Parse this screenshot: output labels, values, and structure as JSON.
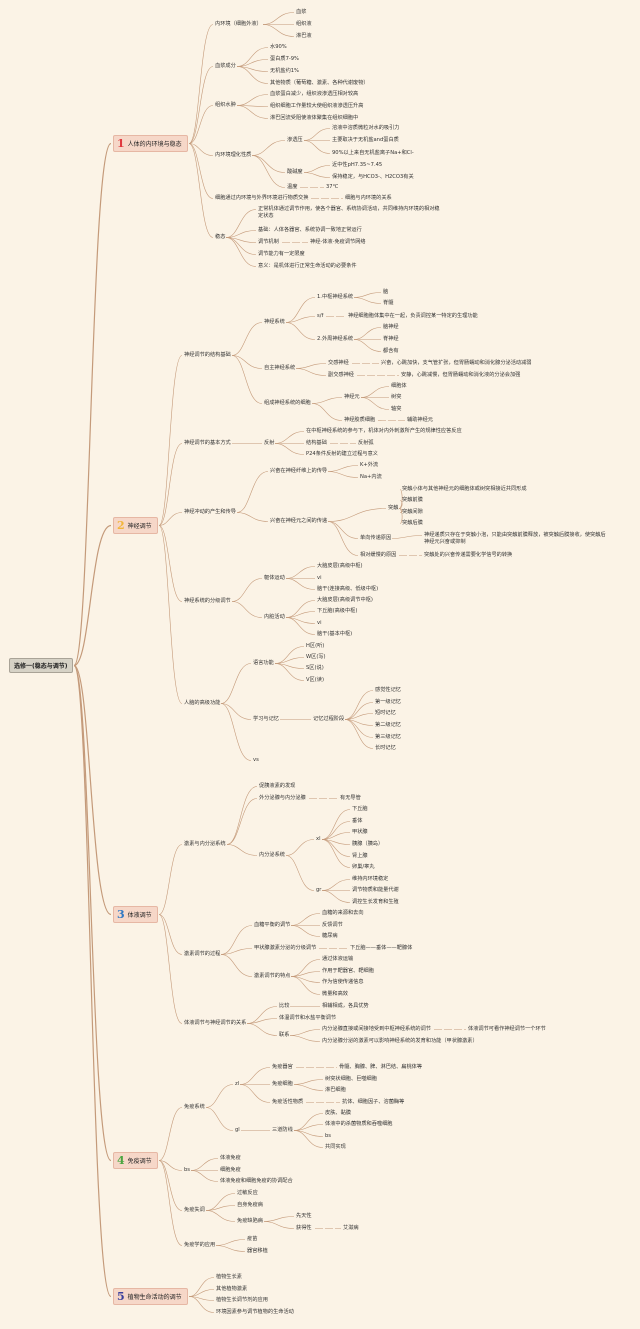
{
  "root": "选修一(稳态与调节)",
  "chapters": [
    {
      "id": "c1",
      "num": "1",
      "label": "人体的内环境与稳态",
      "color": "#e0383e"
    },
    {
      "id": "c2",
      "num": "2",
      "label": "神经调节",
      "color": "#f2b63b"
    },
    {
      "id": "c3",
      "num": "3",
      "label": "体液调节",
      "color": "#2f78c4"
    },
    {
      "id": "c4",
      "num": "4",
      "label": "免疫调节",
      "color": "#4aa540"
    },
    {
      "id": "c5",
      "num": "5",
      "label": "植物生命活动的调节",
      "color": "#3a3f9c"
    }
  ],
  "nodes": [
    {
      "id": "n1",
      "t": "内环境（细胞外液）"
    },
    {
      "id": "n2",
      "t": "血浆"
    },
    {
      "id": "n3",
      "t": "组织液"
    },
    {
      "id": "n4",
      "t": "淋巴液"
    },
    {
      "id": "n5",
      "t": "血浆成分"
    },
    {
      "id": "n6",
      "t": "水90%"
    },
    {
      "id": "n7",
      "t": "蛋白质7-9%"
    },
    {
      "id": "n8",
      "t": "无机盐约1%"
    },
    {
      "id": "n9",
      "t": "其他物质（葡萄糖、激素、各种代谢废物）"
    },
    {
      "id": "n10",
      "t": "组织水肿"
    },
    {
      "id": "n11",
      "t": "血浆蛋白减少，组织液渗透压相对较高"
    },
    {
      "id": "n12",
      "t": "组织细胞工作量较大使组织液渗透压升高"
    },
    {
      "id": "n13",
      "t": "淋巴回流受阻使液体聚集在组织细胞中"
    },
    {
      "id": "n14",
      "t": "内环境理化性质"
    },
    {
      "id": "n15",
      "t": "渗透压"
    },
    {
      "id": "n16",
      "t": "溶液中溶质微粒对水的吸引力"
    },
    {
      "id": "n17",
      "t": "主要取决于无机盐and蛋白质"
    },
    {
      "id": "n18",
      "t": "90%以上来自无机盐离子Na+和Cl-"
    },
    {
      "id": "n19",
      "t": "酸碱度"
    },
    {
      "id": "n20",
      "t": "近中性pH7.35~7.45"
    },
    {
      "id": "n21",
      "t": "保持稳定，与HCO3-、H2CO3有关"
    },
    {
      "id": "n22",
      "t": "温度"
    },
    {
      "id": "n23",
      "t": "37℃"
    },
    {
      "id": "n24",
      "t": "细胞通过内环境与外界环境进行物质交换"
    },
    {
      "id": "n25",
      "t": "细胞与内环境的关系"
    },
    {
      "id": "n26",
      "t": "稳态"
    },
    {
      "id": "n27",
      "t": "正常机体通过调节作用，使各个器官、系统协调活动，共同维持内环境的相对稳"
    },
    {
      "id": "n27b",
      "t": "定状态"
    },
    {
      "id": "n28",
      "t": "基础：人体各器官、系统协调一致地正常运行"
    },
    {
      "id": "n29",
      "t": "调节机制"
    },
    {
      "id": "n30",
      "t": "神经-体液-免疫调节网络"
    },
    {
      "id": "n31",
      "t": "调节能力有一定限度"
    },
    {
      "id": "n32",
      "t": "意义：是机体进行正常生命活动的必要条件"
    },
    {
      "id": "m1",
      "t": "神经调节的结构基础"
    },
    {
      "id": "m2",
      "t": "神经系统"
    },
    {
      "id": "m3",
      "t": "1.中枢神经系统"
    },
    {
      "id": "m4",
      "t": "脑"
    },
    {
      "id": "m5",
      "t": "脊髓"
    },
    {
      "id": "m6",
      "t": "s/f"
    },
    {
      "id": "m7",
      "t": "神经细胞胞体集中在一起，负责调控某一特定的生理功能"
    },
    {
      "id": "m8",
      "t": "2.外周神经系统"
    },
    {
      "id": "m9",
      "t": "脑神经"
    },
    {
      "id": "m10",
      "t": "脊神经"
    },
    {
      "id": "m11",
      "t": "都含有"
    },
    {
      "id": "m12",
      "t": "自主神经系统"
    },
    {
      "id": "m13",
      "t": "交感神经"
    },
    {
      "id": "m14",
      "t": "兴奋，心跳加快，支气管扩张，但胃肠蠕动和消化腺分泌活动减弱"
    },
    {
      "id": "m15",
      "t": "副交感神经"
    },
    {
      "id": "m16",
      "t": "安静，心跳减慢，但胃肠蠕动和消化液的分泌会加强"
    },
    {
      "id": "m17",
      "t": "组成神经系统的细胞"
    },
    {
      "id": "m18",
      "t": "神经元"
    },
    {
      "id": "m19",
      "t": "细胞体"
    },
    {
      "id": "m20",
      "t": "树突"
    },
    {
      "id": "m21",
      "t": "轴突"
    },
    {
      "id": "m22",
      "t": "神经胶质细胞"
    },
    {
      "id": "m23",
      "t": "辅助神经元"
    },
    {
      "id": "m24",
      "t": "神经调节的基本方式"
    },
    {
      "id": "m25",
      "t": "反射"
    },
    {
      "id": "m26",
      "t": "在中枢神经系统的参与下，机体对内外刺激所产生的规律性应答反应"
    },
    {
      "id": "m27",
      "t": "结构基础"
    },
    {
      "id": "m28",
      "t": "反射弧"
    },
    {
      "id": "m29",
      "t": "P24条件反射的建立过程与意义"
    },
    {
      "id": "m30",
      "t": "神经冲动的产生和传导"
    },
    {
      "id": "m31",
      "t": "兴奋在神经纤维上的传导"
    },
    {
      "id": "m32",
      "t": "K+外流"
    },
    {
      "id": "m33",
      "t": "Na+内流"
    },
    {
      "id": "m34",
      "t": "兴奋在神经元之间的传递"
    },
    {
      "id": "m35",
      "t": "突触"
    },
    {
      "id": "m36",
      "t": "突触小体与其他神经元的细胞体或树突相接近共同形成"
    },
    {
      "id": "m37",
      "t": "突触前膜"
    },
    {
      "id": "m38",
      "t": "突触间隙"
    },
    {
      "id": "m39",
      "t": "突触后膜"
    },
    {
      "id": "m40",
      "t": "单向传递原因"
    },
    {
      "id": "m41",
      "t": "神经递质只存在于突触小泡，只能由突触前膜释放，被突触后膜接收，使突触后"
    },
    {
      "id": "m41b",
      "t": "神经元兴奋或抑制"
    },
    {
      "id": "m42",
      "t": "相对缓慢的原因"
    },
    {
      "id": "m43",
      "t": "突触处的兴奋传递需要化学信号的转换"
    },
    {
      "id": "m44",
      "t": "神经系统的分级调节"
    },
    {
      "id": "m45",
      "t": "躯体运动"
    },
    {
      "id": "m46",
      "t": "大脑皮层(高级中枢)"
    },
    {
      "id": "m47",
      "t": "vi"
    },
    {
      "id": "m48",
      "t": "脑干(连接高级、低级中枢)"
    },
    {
      "id": "m49",
      "t": "内脏活动"
    },
    {
      "id": "m50",
      "t": "大脑皮层(高级调节中枢)"
    },
    {
      "id": "m51",
      "t": "下丘脑(高级中枢)"
    },
    {
      "id": "m52",
      "t": "vi"
    },
    {
      "id": "m53",
      "t": "脑干(基本中枢)"
    },
    {
      "id": "m54",
      "t": "人脑的高级功能"
    },
    {
      "id": "m55",
      "t": "语言功能"
    },
    {
      "id": "m56",
      "t": "H区(听)"
    },
    {
      "id": "m57",
      "t": "W区(写)"
    },
    {
      "id": "m58",
      "t": "S区(说)"
    },
    {
      "id": "m59",
      "t": "V区(读)"
    },
    {
      "id": "m60",
      "t": "学习与记忆"
    },
    {
      "id": "m61",
      "t": "记忆过程阶段"
    },
    {
      "id": "m62",
      "t": "感觉性记忆"
    },
    {
      "id": "m63",
      "t": "第一级记忆"
    },
    {
      "id": "m64",
      "t": "短时记忆"
    },
    {
      "id": "m65",
      "t": "第二级记忆"
    },
    {
      "id": "m66",
      "t": "第三级记忆"
    },
    {
      "id": "m67",
      "t": "长时记忆"
    },
    {
      "id": "m68",
      "t": "vs"
    },
    {
      "id": "k1",
      "t": "激素与内分泌系统"
    },
    {
      "id": "k2",
      "t": "促胰液素的发现"
    },
    {
      "id": "k3",
      "t": "外分泌腺与内分泌腺"
    },
    {
      "id": "k4",
      "t": "有无导管"
    },
    {
      "id": "k5",
      "t": "内分泌系统"
    },
    {
      "id": "k6",
      "t": "xl"
    },
    {
      "id": "k7",
      "t": "下丘脑"
    },
    {
      "id": "k8",
      "t": "垂体"
    },
    {
      "id": "k9",
      "t": "甲状腺"
    },
    {
      "id": "k10",
      "t": "胰腺（胰岛）"
    },
    {
      "id": "k11",
      "t": "肾上腺"
    },
    {
      "id": "k12",
      "t": "卵巢/睾丸"
    },
    {
      "id": "k13",
      "t": "gr"
    },
    {
      "id": "k14",
      "t": "维持内环境稳定"
    },
    {
      "id": "k15",
      "t": "调节物质和能量代谢"
    },
    {
      "id": "k16",
      "t": "调控生长发育和生殖"
    },
    {
      "id": "k17",
      "t": "激素调节的过程"
    },
    {
      "id": "k18",
      "t": "血糖平衡的调节"
    },
    {
      "id": "k19",
      "t": "血糖的来源和去向"
    },
    {
      "id": "k20",
      "t": "反馈调节"
    },
    {
      "id": "k21",
      "t": "糖尿病"
    },
    {
      "id": "k22",
      "t": "甲状腺激素分泌的分级调节"
    },
    {
      "id": "k23",
      "t": "下丘脑——垂体——靶腺体"
    },
    {
      "id": "k24",
      "t": "激素调节的特点"
    },
    {
      "id": "k25",
      "t": "通过体液运输"
    },
    {
      "id": "k26",
      "t": "作用于靶器官、靶细胞"
    },
    {
      "id": "k27",
      "t": "作为信使传递信息"
    },
    {
      "id": "k28",
      "t": "微量和高效"
    },
    {
      "id": "k29",
      "t": "体液调节与神经调节的关系"
    },
    {
      "id": "k30",
      "t": "比较"
    },
    {
      "id": "k31",
      "t": "相辅相成，各具优势"
    },
    {
      "id": "k32",
      "t": "体温调节和水盐平衡调节"
    },
    {
      "id": "k33",
      "t": "联系"
    },
    {
      "id": "k34",
      "t": "内分泌腺直接或间接地受到中枢神经系统的调节"
    },
    {
      "id": "k35",
      "t": "体液调节可看作神经调节一个环节"
    },
    {
      "id": "k36",
      "t": "内分泌腺分泌的激素可以影响神经系统的发育和功能（甲状腺激素）"
    },
    {
      "id": "i1",
      "t": "免疫系统"
    },
    {
      "id": "i2",
      "t": "zl"
    },
    {
      "id": "i3",
      "t": "免疫器官"
    },
    {
      "id": "i4",
      "t": "骨髓、胸腺、脾、淋巴结、扁桃体等"
    },
    {
      "id": "i5",
      "t": "免疫细胞"
    },
    {
      "id": "i6",
      "t": "树突状细胞、巨噬细胞"
    },
    {
      "id": "i7",
      "t": "淋巴细胞"
    },
    {
      "id": "i8",
      "t": "免疫活性物质"
    },
    {
      "id": "i9",
      "t": "抗体、细胞因子、溶菌酶等"
    },
    {
      "id": "i10",
      "t": "gl"
    },
    {
      "id": "i11",
      "t": "三道防线"
    },
    {
      "id": "i12",
      "t": "皮肤、黏膜"
    },
    {
      "id": "i13",
      "t": "体液中的杀菌物质和吞噬细胞"
    },
    {
      "id": "i14",
      "t": "bs"
    },
    {
      "id": "i15",
      "t": "共同实现"
    },
    {
      "id": "i16",
      "t": "bs"
    },
    {
      "id": "i17",
      "t": "体液免疫"
    },
    {
      "id": "i18",
      "t": "细胞免疫"
    },
    {
      "id": "i19",
      "t": "体液免疫和细胞免疫的协调配合"
    },
    {
      "id": "i20",
      "t": "免疫失调"
    },
    {
      "id": "i21",
      "t": "过敏反应"
    },
    {
      "id": "i22",
      "t": "自身免疫病"
    },
    {
      "id": "i23",
      "t": "免疫缺陷病"
    },
    {
      "id": "i24",
      "t": "先天性"
    },
    {
      "id": "i25",
      "t": "获得性"
    },
    {
      "id": "i26",
      "t": "艾滋病"
    },
    {
      "id": "i27",
      "t": "免疫学的应用"
    },
    {
      "id": "i28",
      "t": "疫苗"
    },
    {
      "id": "i29",
      "t": "器官移植"
    },
    {
      "id": "p1",
      "t": "植物生长素"
    },
    {
      "id": "p2",
      "t": "其他植物激素"
    },
    {
      "id": "p3",
      "t": "植物生长调节剂的应用"
    },
    {
      "id": "p4",
      "t": "环境因素参与调节植物的生命活动"
    }
  ],
  "links": [
    [
      "root",
      "c1"
    ],
    [
      "root",
      "c2"
    ],
    [
      "root",
      "c3"
    ],
    [
      "root",
      "c4"
    ],
    [
      "root",
      "c5"
    ],
    [
      "c1",
      "n1"
    ],
    [
      "c1",
      "n5"
    ],
    [
      "c1",
      "n10"
    ],
    [
      "c1",
      "n14"
    ],
    [
      "c1",
      "n24"
    ],
    [
      "c1",
      "n26"
    ],
    [
      "n1",
      "n2"
    ],
    [
      "n1",
      "n3"
    ],
    [
      "n1",
      "n4"
    ],
    [
      "n5",
      "n6"
    ],
    [
      "n5",
      "n7"
    ],
    [
      "n5",
      "n8"
    ],
    [
      "n5",
      "n9"
    ],
    [
      "n10",
      "n11"
    ],
    [
      "n10",
      "n12"
    ],
    [
      "n10",
      "n13"
    ],
    [
      "n14",
      "n15"
    ],
    [
      "n14",
      "n19"
    ],
    [
      "n14",
      "n22"
    ],
    [
      "n15",
      "n16"
    ],
    [
      "n15",
      "n17"
    ],
    [
      "n15",
      "n18"
    ],
    [
      "n19",
      "n20"
    ],
    [
      "n19",
      "n21"
    ],
    [
      "n22",
      "n23"
    ],
    [
      "n24",
      "n25"
    ],
    [
      "n26",
      "n27"
    ],
    [
      "n26",
      "n28"
    ],
    [
      "n26",
      "n29"
    ],
    [
      "n26",
      "n31"
    ],
    [
      "n26",
      "n32"
    ],
    [
      "n29",
      "n30"
    ],
    [
      "c2",
      "m1"
    ],
    [
      "c2",
      "m24"
    ],
    [
      "c2",
      "m30"
    ],
    [
      "c2",
      "m44"
    ],
    [
      "c2",
      "m54"
    ],
    [
      "m1",
      "m2"
    ],
    [
      "m1",
      "m12"
    ],
    [
      "m1",
      "m17"
    ],
    [
      "m2",
      "m3"
    ],
    [
      "m2",
      "m6"
    ],
    [
      "m2",
      "m8"
    ],
    [
      "m3",
      "m4"
    ],
    [
      "m3",
      "m5"
    ],
    [
      "m6",
      "m7"
    ],
    [
      "m8",
      "m9"
    ],
    [
      "m8",
      "m10"
    ],
    [
      "m8",
      "m11"
    ],
    [
      "m12",
      "m13"
    ],
    [
      "m12",
      "m15"
    ],
    [
      "m13",
      "m14"
    ],
    [
      "m15",
      "m16"
    ],
    [
      "m17",
      "m18"
    ],
    [
      "m17",
      "m22"
    ],
    [
      "m18",
      "m19"
    ],
    [
      "m18",
      "m20"
    ],
    [
      "m18",
      "m21"
    ],
    [
      "m22",
      "m23"
    ],
    [
      "m24",
      "m25"
    ],
    [
      "m25",
      "m26"
    ],
    [
      "m25",
      "m27"
    ],
    [
      "m25",
      "m29"
    ],
    [
      "m27",
      "m28"
    ],
    [
      "m30",
      "m31"
    ],
    [
      "m30",
      "m34"
    ],
    [
      "m31",
      "m32"
    ],
    [
      "m31",
      "m33"
    ],
    [
      "m34",
      "m35"
    ],
    [
      "m34",
      "m40"
    ],
    [
      "m34",
      "m42"
    ],
    [
      "m35",
      "m36"
    ],
    [
      "m35",
      "m37"
    ],
    [
      "m35",
      "m38"
    ],
    [
      "m35",
      "m39"
    ],
    [
      "m40",
      "m41"
    ],
    [
      "m42",
      "m43"
    ],
    [
      "m44",
      "m45"
    ],
    [
      "m44",
      "m49"
    ],
    [
      "m45",
      "m46"
    ],
    [
      "m45",
      "m47"
    ],
    [
      "m45",
      "m48"
    ],
    [
      "m49",
      "m50"
    ],
    [
      "m49",
      "m51"
    ],
    [
      "m49",
      "m52"
    ],
    [
      "m49",
      "m53"
    ],
    [
      "m54",
      "m55"
    ],
    [
      "m54",
      "m60"
    ],
    [
      "m54",
      "m68"
    ],
    [
      "m55",
      "m56"
    ],
    [
      "m55",
      "m57"
    ],
    [
      "m55",
      "m58"
    ],
    [
      "m55",
      "m59"
    ],
    [
      "m60",
      "m61"
    ],
    [
      "m61",
      "m62"
    ],
    [
      "m61",
      "m63"
    ],
    [
      "m61",
      "m64"
    ],
    [
      "m61",
      "m65"
    ],
    [
      "m61",
      "m66"
    ],
    [
      "m61",
      "m67"
    ],
    [
      "c3",
      "k1"
    ],
    [
      "c3",
      "k17"
    ],
    [
      "c3",
      "k29"
    ],
    [
      "k1",
      "k2"
    ],
    [
      "k1",
      "k3"
    ],
    [
      "k1",
      "k5"
    ],
    [
      "k3",
      "k4"
    ],
    [
      "k5",
      "k6"
    ],
    [
      "k5",
      "k13"
    ],
    [
      "k6",
      "k7"
    ],
    [
      "k6",
      "k8"
    ],
    [
      "k6",
      "k9"
    ],
    [
      "k6",
      "k10"
    ],
    [
      "k6",
      "k11"
    ],
    [
      "k6",
      "k12"
    ],
    [
      "k13",
      "k14"
    ],
    [
      "k13",
      "k15"
    ],
    [
      "k13",
      "k16"
    ],
    [
      "k17",
      "k18"
    ],
    [
      "k17",
      "k22"
    ],
    [
      "k17",
      "k24"
    ],
    [
      "k18",
      "k19"
    ],
    [
      "k18",
      "k20"
    ],
    [
      "k18",
      "k21"
    ],
    [
      "k22",
      "k23"
    ],
    [
      "k24",
      "k25"
    ],
    [
      "k24",
      "k26"
    ],
    [
      "k24",
      "k27"
    ],
    [
      "k24",
      "k28"
    ],
    [
      "k29",
      "k30"
    ],
    [
      "k29",
      "k32"
    ],
    [
      "k29",
      "k33"
    ],
    [
      "k30",
      "k31"
    ],
    [
      "k33",
      "k34"
    ],
    [
      "k33",
      "k36"
    ],
    [
      "k34",
      "k35"
    ],
    [
      "c4",
      "i1"
    ],
    [
      "c4",
      "i16"
    ],
    [
      "c4",
      "i20"
    ],
    [
      "c4",
      "i27"
    ],
    [
      "i1",
      "i2"
    ],
    [
      "i1",
      "i10"
    ],
    [
      "i2",
      "i3"
    ],
    [
      "i2",
      "i5"
    ],
    [
      "i2",
      "i8"
    ],
    [
      "i3",
      "i4"
    ],
    [
      "i5",
      "i6"
    ],
    [
      "i5",
      "i7"
    ],
    [
      "i8",
      "i9"
    ],
    [
      "i10",
      "i11"
    ],
    [
      "i11",
      "i12"
    ],
    [
      "i11",
      "i13"
    ],
    [
      "i11",
      "i14"
    ],
    [
      "i11",
      "i15"
    ],
    [
      "i16",
      "i17"
    ],
    [
      "i16",
      "i18"
    ],
    [
      "i16",
      "i19"
    ],
    [
      "i20",
      "i21"
    ],
    [
      "i20",
      "i22"
    ],
    [
      "i20",
      "i23"
    ],
    [
      "i23",
      "i24"
    ],
    [
      "i23",
      "i25"
    ],
    [
      "i25",
      "i26"
    ],
    [
      "i27",
      "i28"
    ],
    [
      "i27",
      "i29"
    ],
    [
      "c5",
      "p1"
    ],
    [
      "c5",
      "p2"
    ],
    [
      "c5",
      "p3"
    ],
    [
      "c5",
      "p4"
    ]
  ],
  "dashed_links": [
    [
      "n22",
      "n23"
    ],
    [
      "n24",
      "n25"
    ],
    [
      "n29",
      "n30"
    ],
    [
      "m6",
      "m7"
    ],
    [
      "m13",
      "m14"
    ],
    [
      "m15",
      "m16"
    ],
    [
      "m22",
      "m23"
    ],
    [
      "m27",
      "m28"
    ],
    [
      "m42",
      "m43"
    ],
    [
      "k3",
      "k4"
    ],
    [
      "k22",
      "k23"
    ],
    [
      "k34",
      "k35"
    ],
    [
      "i3",
      "i4"
    ],
    [
      "i8",
      "i9"
    ],
    [
      "i25",
      "i26"
    ]
  ],
  "styles": {
    "line": "#c49a7a",
    "text": "#333333"
  }
}
